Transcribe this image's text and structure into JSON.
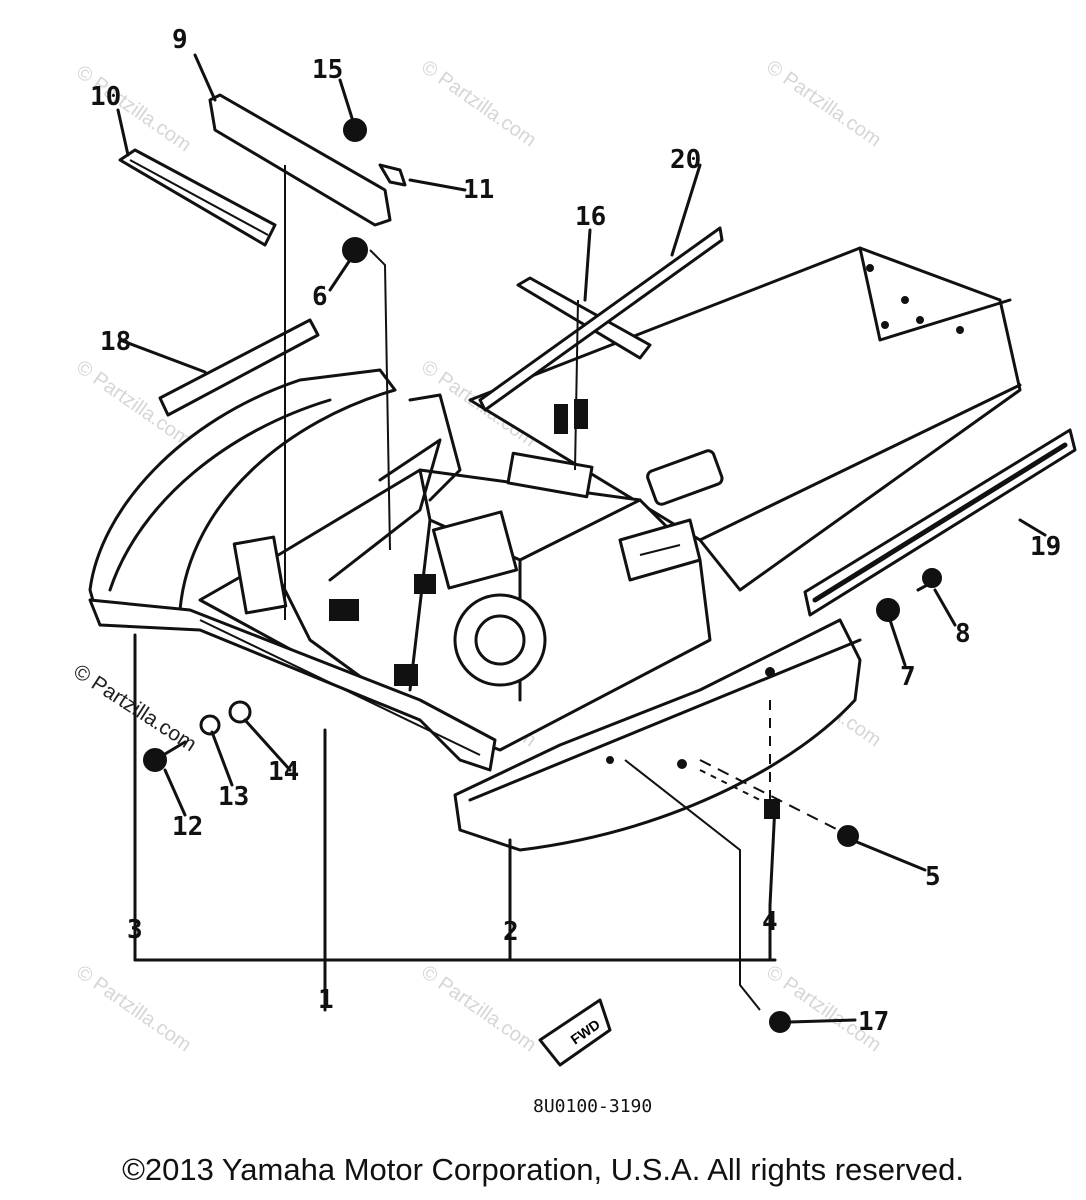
{
  "callouts": {
    "c1": "1",
    "c2": "2",
    "c3": "3",
    "c4": "4",
    "c5": "5",
    "c6": "6",
    "c7": "7",
    "c8": "8",
    "c9": "9",
    "c10": "10",
    "c11": "11",
    "c12": "12",
    "c13": "13",
    "c14": "14",
    "c15": "15",
    "c16": "16",
    "c17": "17",
    "c18": "18",
    "c19": "19",
    "c20": "20"
  },
  "fwd_label": "FWD",
  "diagram_code": "8U0100-3190",
  "watermark": "© Partzilla.com",
  "copyright": "©2013  Yamaha Motor Corporation, U.S.A. All rights reserved."
}
